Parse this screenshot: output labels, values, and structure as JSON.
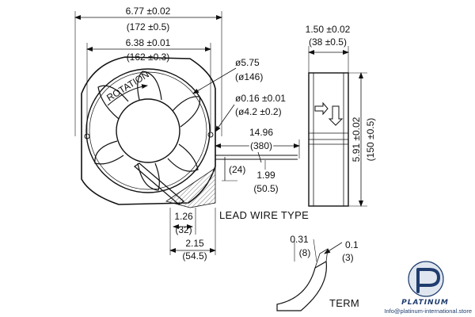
{
  "dimensions": {
    "overall_width": {
      "inch": "6.77 ±0.02",
      "mm": "(172 ±0.5)"
    },
    "mount_pitch": {
      "inch": "6.38 ±0.01",
      "mm": "(162 ±0.3)"
    },
    "venturi_dia": {
      "inch": "ø5.75",
      "mm": "(ø146)"
    },
    "hole_dia": {
      "inch": "ø0.16 ±0.01",
      "mm": "(ø4.2 ±0.2)"
    },
    "lead_length": {
      "inch": "14.96",
      "mm": "(380)"
    },
    "lead_offset": {
      "mm": "(24)"
    },
    "lead_exit": {
      "inch": "1.99",
      "mm": "(50.5)"
    },
    "depth": {
      "inch": "1.50 ±0.02",
      "mm": "(38 ±0.5)"
    },
    "height": {
      "inch": "5.91 ±0.02",
      "mm": "(150 ±0.5)"
    },
    "boss_offset": {
      "inch": "1.26",
      "mm": "(32)"
    },
    "boss_width": {
      "inch": "2.15",
      "mm": "(54.5)"
    },
    "term_thickness": {
      "inch": "0.31",
      "mm": "(8)"
    },
    "term_width": {
      "inch": "0.1",
      "mm": "(3)"
    }
  },
  "labels": {
    "rotation": "ROTATION",
    "lead_wire_type": "LEAD WIRE TYPE",
    "terminal_type": "TERM"
  },
  "logo": {
    "brand": "PLATINUM",
    "email": "Info@platinum-international.store"
  },
  "colors": {
    "ink": "#111111",
    "logo_blue": "#1f3c6e",
    "logo_light": "#dfe6ef"
  }
}
